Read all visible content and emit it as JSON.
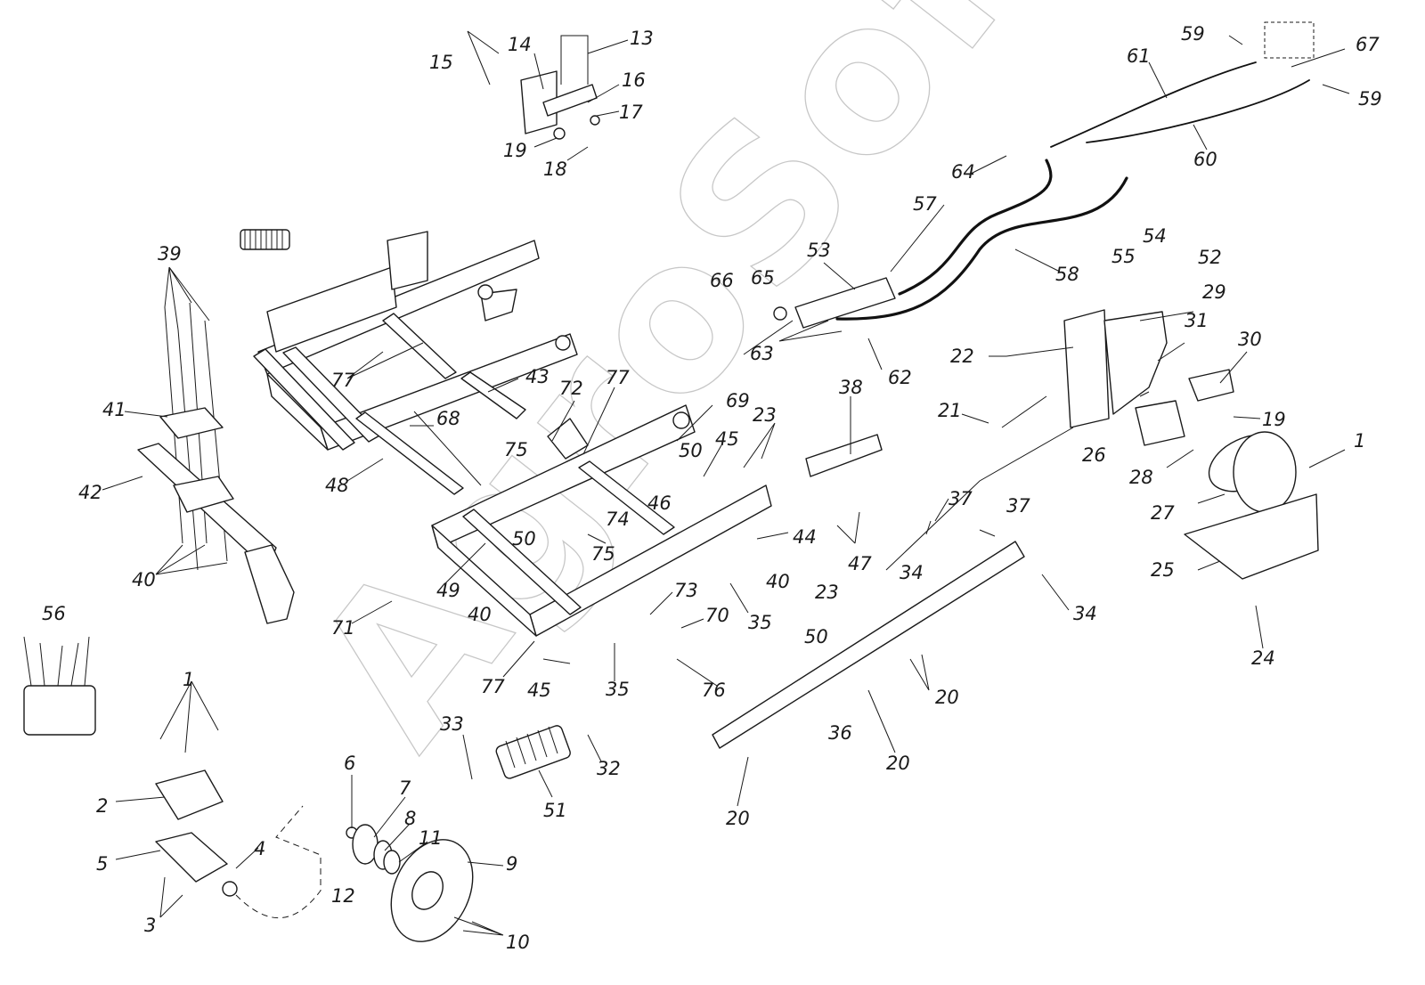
{
  "watermark": {
    "text": "AgroSoft"
  },
  "callouts": [
    {
      "id": "c1a",
      "label": "1"
    },
    {
      "id": "c1b",
      "label": "1"
    },
    {
      "id": "c2",
      "label": "2"
    },
    {
      "id": "c3",
      "label": "3"
    },
    {
      "id": "c4",
      "label": "4"
    },
    {
      "id": "c5",
      "label": "5"
    },
    {
      "id": "c6",
      "label": "6"
    },
    {
      "id": "c7",
      "label": "7"
    },
    {
      "id": "c8",
      "label": "8"
    },
    {
      "id": "c9",
      "label": "9"
    },
    {
      "id": "c10",
      "label": "10"
    },
    {
      "id": "c11",
      "label": "11"
    },
    {
      "id": "c12",
      "label": "12"
    },
    {
      "id": "c13",
      "label": "13"
    },
    {
      "id": "c14",
      "label": "14"
    },
    {
      "id": "c15",
      "label": "15"
    },
    {
      "id": "c16",
      "label": "16"
    },
    {
      "id": "c17",
      "label": "17"
    },
    {
      "id": "c18",
      "label": "18"
    },
    {
      "id": "c19a",
      "label": "19"
    },
    {
      "id": "c19b",
      "label": "19"
    },
    {
      "id": "c20a",
      "label": "20"
    },
    {
      "id": "c20b",
      "label": "20"
    },
    {
      "id": "c20c",
      "label": "20"
    },
    {
      "id": "c21",
      "label": "21"
    },
    {
      "id": "c22",
      "label": "22"
    },
    {
      "id": "c23a",
      "label": "23"
    },
    {
      "id": "c23b",
      "label": "23"
    },
    {
      "id": "c24",
      "label": "24"
    },
    {
      "id": "c25",
      "label": "25"
    },
    {
      "id": "c26",
      "label": "26"
    },
    {
      "id": "c27",
      "label": "27"
    },
    {
      "id": "c28",
      "label": "28"
    },
    {
      "id": "c29",
      "label": "29"
    },
    {
      "id": "c30",
      "label": "30"
    },
    {
      "id": "c31",
      "label": "31"
    },
    {
      "id": "c32",
      "label": "32"
    },
    {
      "id": "c33",
      "label": "33"
    },
    {
      "id": "c34a",
      "label": "34"
    },
    {
      "id": "c34b",
      "label": "34"
    },
    {
      "id": "c35a",
      "label": "35"
    },
    {
      "id": "c35b",
      "label": "35"
    },
    {
      "id": "c36",
      "label": "36"
    },
    {
      "id": "c37a",
      "label": "37"
    },
    {
      "id": "c37b",
      "label": "37"
    },
    {
      "id": "c38",
      "label": "38"
    },
    {
      "id": "c39",
      "label": "39"
    },
    {
      "id": "c40a",
      "label": "40"
    },
    {
      "id": "c40b",
      "label": "40"
    },
    {
      "id": "c40c",
      "label": "40"
    },
    {
      "id": "c41",
      "label": "41"
    },
    {
      "id": "c42",
      "label": "42"
    },
    {
      "id": "c43",
      "label": "43"
    },
    {
      "id": "c44",
      "label": "44"
    },
    {
      "id": "c45a",
      "label": "45"
    },
    {
      "id": "c45b",
      "label": "45"
    },
    {
      "id": "c46",
      "label": "46"
    },
    {
      "id": "c47",
      "label": "47"
    },
    {
      "id": "c48",
      "label": "48"
    },
    {
      "id": "c49",
      "label": "49"
    },
    {
      "id": "c50a",
      "label": "50"
    },
    {
      "id": "c50b",
      "label": "50"
    },
    {
      "id": "c50c",
      "label": "50"
    },
    {
      "id": "c51",
      "label": "51"
    },
    {
      "id": "c52",
      "label": "52"
    },
    {
      "id": "c53",
      "label": "53"
    },
    {
      "id": "c54",
      "label": "54"
    },
    {
      "id": "c55",
      "label": "55"
    },
    {
      "id": "c56",
      "label": "56"
    },
    {
      "id": "c57",
      "label": "57"
    },
    {
      "id": "c58",
      "label": "58"
    },
    {
      "id": "c59a",
      "label": "59"
    },
    {
      "id": "c59b",
      "label": "59"
    },
    {
      "id": "c60",
      "label": "60"
    },
    {
      "id": "c61",
      "label": "61"
    },
    {
      "id": "c62",
      "label": "62"
    },
    {
      "id": "c63",
      "label": "63"
    },
    {
      "id": "c64",
      "label": "64"
    },
    {
      "id": "c65",
      "label": "65"
    },
    {
      "id": "c66",
      "label": "66"
    },
    {
      "id": "c67",
      "label": "67"
    },
    {
      "id": "c68",
      "label": "68"
    },
    {
      "id": "c69",
      "label": "69"
    },
    {
      "id": "c70",
      "label": "70"
    },
    {
      "id": "c71",
      "label": "71"
    },
    {
      "id": "c72",
      "label": "72"
    },
    {
      "id": "c73",
      "label": "73"
    },
    {
      "id": "c74",
      "label": "74"
    },
    {
      "id": "c75a",
      "label": "75"
    },
    {
      "id": "c75b",
      "label": "75"
    },
    {
      "id": "c76",
      "label": "76"
    },
    {
      "id": "c77a",
      "label": "77"
    },
    {
      "id": "c77b",
      "label": "77"
    },
    {
      "id": "c77c",
      "label": "77"
    }
  ]
}
